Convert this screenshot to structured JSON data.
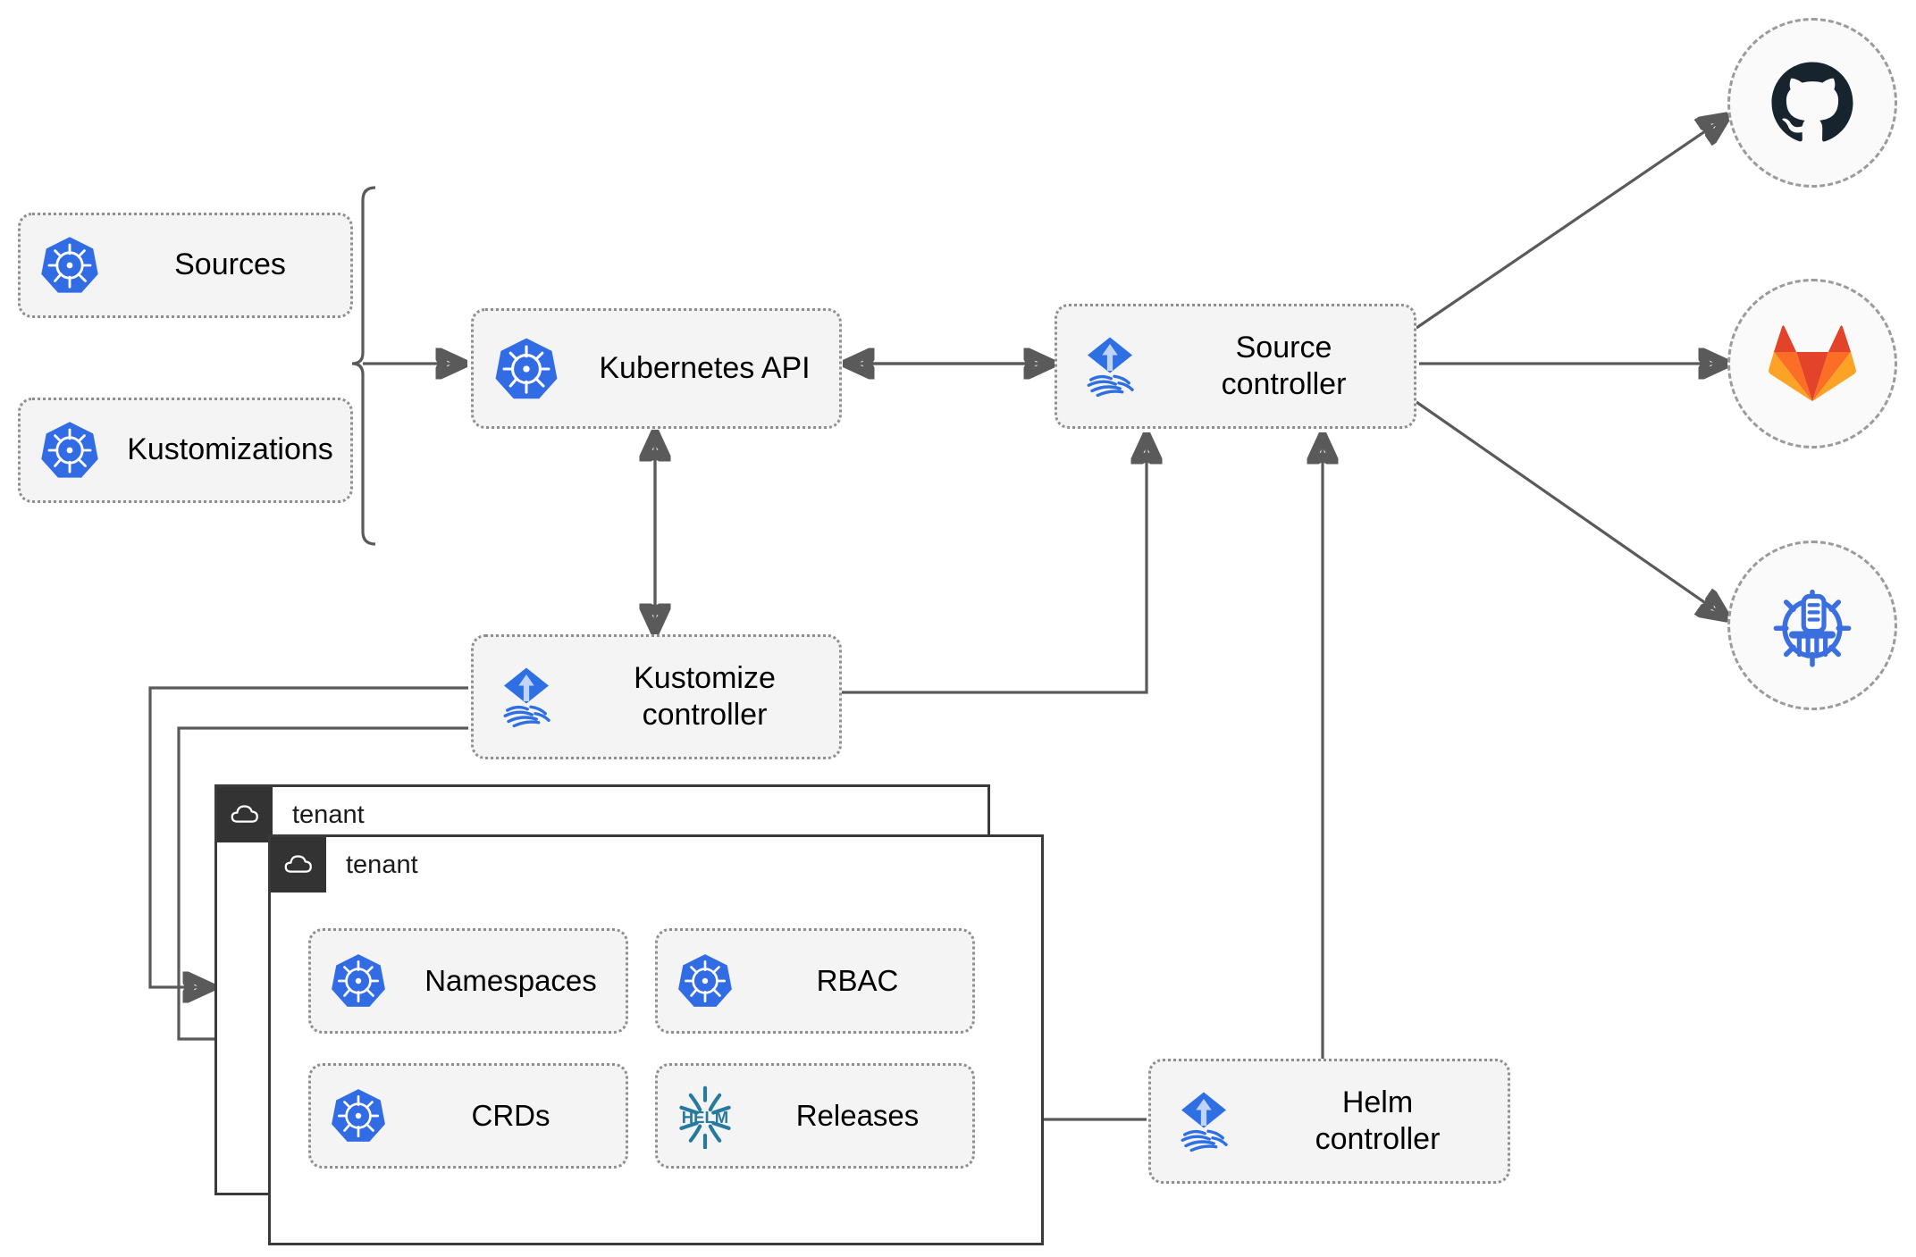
{
  "diagram": {
    "title": "Flux GitOps multi-tenancy architecture",
    "colors": {
      "kubernetes_blue": "#326CE5",
      "flux_blue": "#2F6FE4",
      "helm_teal": "#277A9F",
      "github_dark": "#17242E",
      "gitlab_orange": "#E24329",
      "gitlab_amber": "#FCA326",
      "bucket_blue": "#3B6FE0",
      "node_fill": "#F4F4F4",
      "node_border": "#8E8E8E",
      "wire": "#5A5A5A",
      "tenant_header": "#333333",
      "tenant_border": "#3A3A3A"
    },
    "resources": [
      {
        "id": "sources",
        "label": "Sources",
        "icon": "kubernetes-icon"
      },
      {
        "id": "kustomizations",
        "label": "Kustomizations",
        "icon": "kubernetes-icon"
      }
    ],
    "core": [
      {
        "id": "kubernetes-api",
        "label": "Kubernetes API",
        "icon": "kubernetes-icon"
      },
      {
        "id": "source-controller",
        "label": "Source\ncontroller",
        "icon": "flux-icon"
      },
      {
        "id": "kustomize-controller",
        "label": "Kustomize\ncontroller",
        "icon": "flux-icon"
      },
      {
        "id": "helm-controller",
        "label": "Helm\ncontroller",
        "icon": "flux-icon"
      }
    ],
    "endpoints": [
      {
        "id": "github",
        "icon": "github-icon",
        "name": "GitHub"
      },
      {
        "id": "gitlab",
        "icon": "gitlab-icon",
        "name": "GitLab"
      },
      {
        "id": "bucket",
        "icon": "helm-repository-icon",
        "name": "Helm repository"
      }
    ],
    "tenants": [
      {
        "id": "tenant-back",
        "label": "tenant",
        "icon": "cloud-icon"
      },
      {
        "id": "tenant-front",
        "label": "tenant",
        "icon": "cloud-icon"
      }
    ],
    "tenant_resources": [
      {
        "id": "namespaces",
        "label": "Namespaces",
        "icon": "kubernetes-icon"
      },
      {
        "id": "rbac",
        "label": "RBAC",
        "icon": "kubernetes-icon"
      },
      {
        "id": "crds",
        "label": "CRDs",
        "icon": "kubernetes-icon"
      },
      {
        "id": "releases",
        "label": "Releases",
        "icon": "helm-icon"
      }
    ]
  }
}
